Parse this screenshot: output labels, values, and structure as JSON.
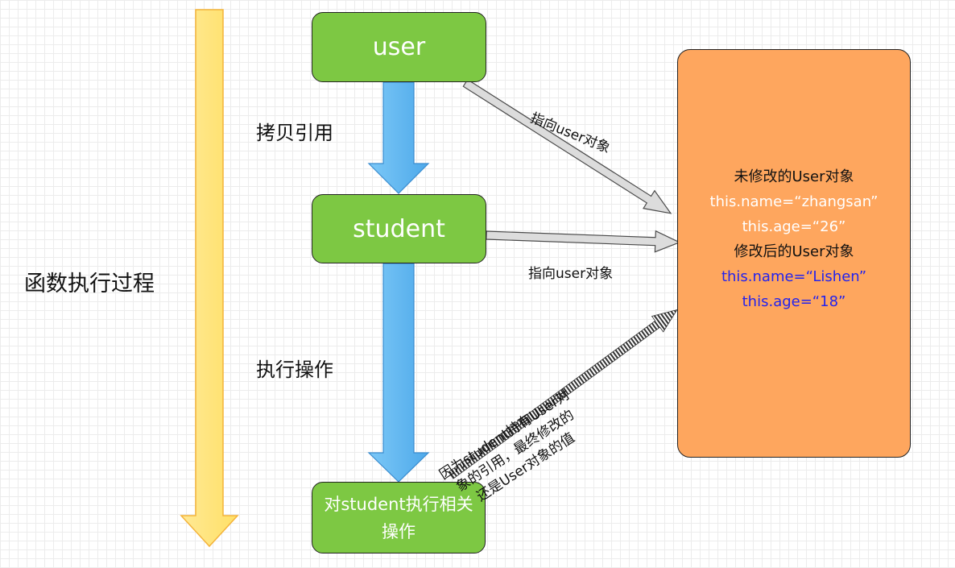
{
  "boxes": {
    "user": "user",
    "student": "student",
    "operation": "对student执行相关操作"
  },
  "labels": {
    "copy_reference": "拷贝引用",
    "execute_operation": "执行操作",
    "function_process": "函数执行过程",
    "point_to_user_1": "指向user对象",
    "point_to_user_2": "指向user对象",
    "reason_line1": "因为student持有User对",
    "reason_line2": "象的引用，最终修改的",
    "reason_line3": "还是User对象的值"
  },
  "object_box": {
    "before_title": "未修改的User对象",
    "before_name": "this.name=“zhangsan”",
    "before_age": "this.age=“26”",
    "after_title": "修改后的User对象",
    "after_name": "this.name=“Lishen”",
    "after_age": "this.age=“18”"
  },
  "colors": {
    "node_green": "#7dc843",
    "object_orange": "#fea65e",
    "flow_arrow_blue": "#5ab4f0",
    "timeline_yellow": "#ffe47a",
    "modified_text_blue": "#2323ee"
  }
}
